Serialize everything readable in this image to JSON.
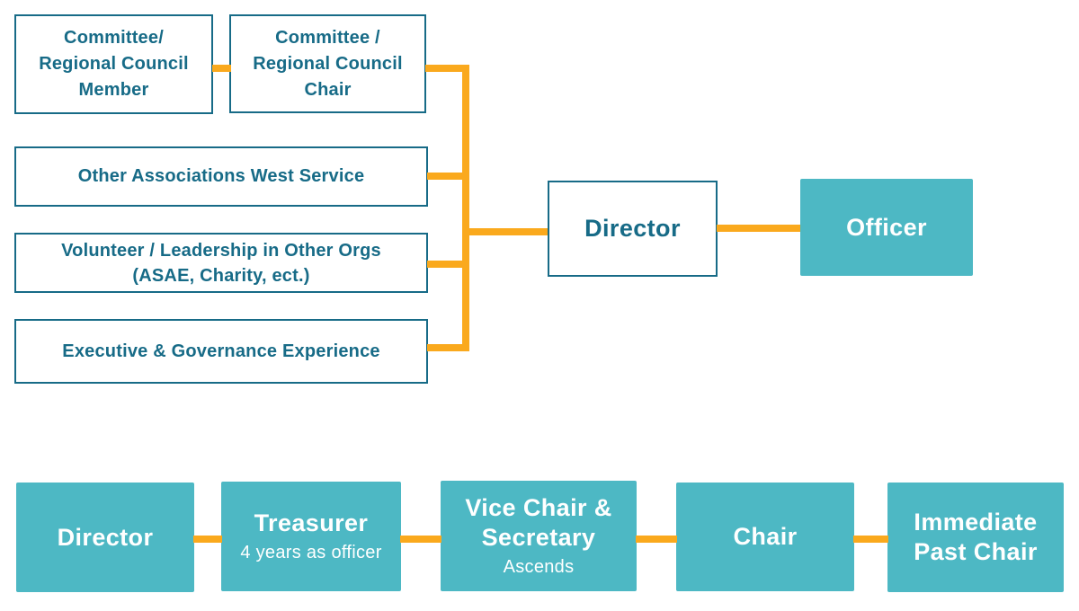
{
  "colors": {
    "teal_fill": "#4DB8C4",
    "teal_dark": "#176B87",
    "connector_orange": "#FAA91D"
  },
  "top_flow": {
    "feeder_boxes": [
      {
        "lines": [
          "Committee/",
          "Regional Council",
          "Member"
        ]
      },
      {
        "lines": [
          "Committee /",
          "Regional Council",
          "Chair"
        ]
      },
      {
        "lines": [
          "Other Associations West Service"
        ]
      },
      {
        "lines": [
          "Volunteer / Leadership in Other Orgs",
          "(ASAE, Charity, ect.)"
        ]
      },
      {
        "lines": [
          "Executive & Governance Experience"
        ]
      }
    ],
    "director": {
      "label": "Director"
    },
    "officer": {
      "label": "Officer"
    }
  },
  "bottom_flow": {
    "steps": [
      {
        "title_lines": [
          "Director"
        ]
      },
      {
        "title_lines": [
          "Treasurer"
        ],
        "subtitle": "4 years as officer"
      },
      {
        "title_lines": [
          "Vice Chair &",
          "Secretary"
        ],
        "subtitle": "Ascends"
      },
      {
        "title_lines": [
          "Chair"
        ]
      },
      {
        "title_lines": [
          "Immediate",
          "Past Chair"
        ]
      }
    ]
  }
}
